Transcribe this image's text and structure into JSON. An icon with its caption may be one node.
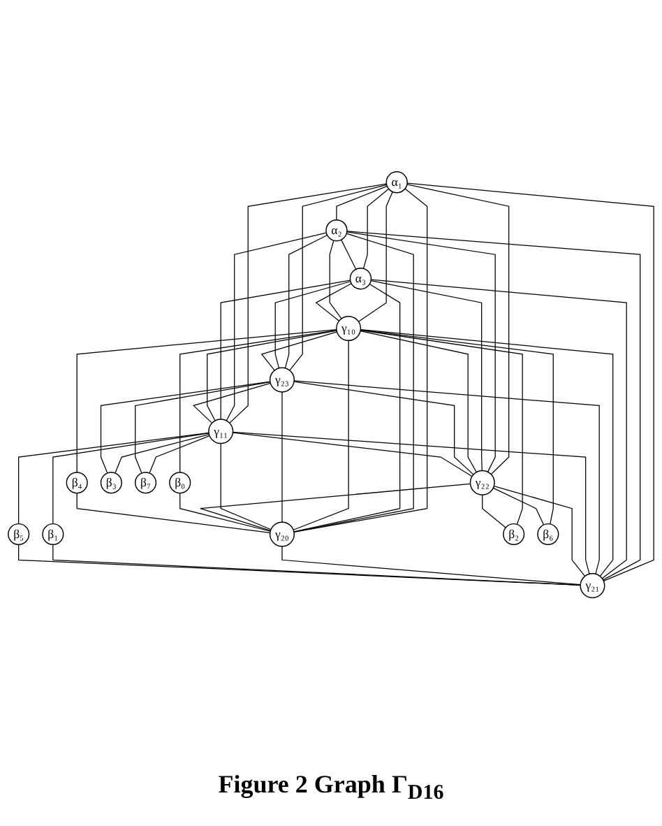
{
  "diagram": {
    "caption": "Figure 2 Graph Γ$_{D16}$",
    "nodes": [
      {
        "text": [
          "α₁"
        ]
      },
      {
        "text": [
          "α₂"
        ]
      },
      {
        "text": [
          "α₃"
        ]
      },
      {
        "text": [
          "γ₁₀"
        ]
      },
      {
        "text": [
          "γ₂₃"
        ]
      },
      {
        "text": [
          "γ₁₁"
        ]
      },
      {
        "text": [
          "γ₂₂"
        ]
      },
      {
        "text": [
          "β₀"
        ]
      },
      {
        "text": [
          "β₄"
        ]
      },
      {
        "text": [
          "γ₂₀"
        ]
      },
      {
        "text": [
          "γ₂₁"
        ]
      },
      {
        "text": [
          "β₁"
        ]
      },
      {
        "text": [
          "β₅"
        ]
      },
      {
        "text": [
          "β₃"
        ]
      },
      {
        "text": [
          "β₂"
        ]
      },
      {
        "text": [
          "β₇"
        ]
      },
      {
        "text": [
          "β₆"
        ]
      }
    ],
    "edges": [
      {
        "from": 0,
        "to": 1,
        "arrow": "none"
      },
      {
        "from": 0,
        "to": 2,
        "arrow": "none"
      },
      {
        "from": 0,
        "to": 3,
        "arrow": "none"
      },
      {
        "from": 0,
        "to": 4,
        "arrow": "none"
      },
      {
        "from": 0,
        "to": 5,
        "arrow": "none"
      },
      {
        "from": 0,
        "to": 6,
        "arrow": "none"
      },
      {
        "from": 0,
        "to": 9,
        "arrow": "none"
      },
      {
        "from": 0,
        "to": 10,
        "arrow": "none"
      },
      {
        "from": 1,
        "to": 2,
        "arrow": "none"
      },
      {
        "from": 1,
        "to": 3,
        "arrow": "none"
      },
      {
        "from": 1,
        "to": 4,
        "arrow": "none"
      },
      {
        "from": 1,
        "to": 5,
        "arrow": "none"
      },
      {
        "from": 1,
        "to": 6,
        "arrow": "none"
      },
      {
        "from": 1,
        "to": 9,
        "arrow": "none"
      },
      {
        "from": 1,
        "to": 10,
        "arrow": "none"
      },
      {
        "from": 2,
        "to": 3,
        "arrow": "none"
      },
      {
        "from": 2,
        "to": 4,
        "arrow": "none"
      },
      {
        "from": 2,
        "to": 5,
        "arrow": "none"
      },
      {
        "from": 2,
        "to": 6,
        "arrow": "none"
      },
      {
        "from": 2,
        "to": 9,
        "arrow": "none"
      },
      {
        "from": 2,
        "to": 10,
        "arrow": "none"
      },
      {
        "from": 3,
        "to": 4,
        "arrow": "none"
      },
      {
        "from": 3,
        "to": 5,
        "arrow": "none"
      },
      {
        "from": 3,
        "to": 6,
        "arrow": "none"
      },
      {
        "from": 3,
        "to": 9,
        "arrow": "none"
      },
      {
        "from": 3,
        "to": 10,
        "arrow": "none"
      },
      {
        "from": 4,
        "to": 5,
        "arrow": "none"
      },
      {
        "from": 4,
        "to": 6,
        "arrow": "none"
      },
      {
        "from": 4,
        "to": 9,
        "arrow": "none"
      },
      {
        "from": 4,
        "to": 10,
        "arrow": "none"
      },
      {
        "from": 5,
        "to": 6,
        "arrow": "none"
      },
      {
        "from": 5,
        "to": 9,
        "arrow": "none"
      },
      {
        "from": 5,
        "to": 10,
        "arrow": "none"
      },
      {
        "from": 6,
        "to": 9,
        "arrow": "none"
      },
      {
        "from": 6,
        "to": 10,
        "arrow": "none"
      },
      {
        "from": 9,
        "to": 10,
        "arrow": "none"
      },
      {
        "from": 3,
        "to": 7,
        "arrow": "none"
      },
      {
        "from": 7,
        "to": 9,
        "arrow": "none"
      },
      {
        "from": 3,
        "to": 8,
        "arrow": "none"
      },
      {
        "from": 8,
        "to": 9,
        "arrow": "none"
      },
      {
        "from": 5,
        "to": 11,
        "arrow": "none"
      },
      {
        "from": 11,
        "to": 10,
        "arrow": "none"
      },
      {
        "from": 5,
        "to": 12,
        "arrow": "none"
      },
      {
        "from": 12,
        "to": 10,
        "arrow": "none"
      },
      {
        "from": 5,
        "to": 13,
        "arrow": "none"
      },
      {
        "from": 4,
        "to": 13,
        "arrow": "none"
      },
      {
        "from": 5,
        "to": 15,
        "arrow": "none"
      },
      {
        "from": 4,
        "to": 15,
        "arrow": "none"
      },
      {
        "from": 3,
        "to": 14,
        "arrow": "none"
      },
      {
        "from": 6,
        "to": 14,
        "arrow": "none"
      },
      {
        "from": 3,
        "to": 16,
        "arrow": "none"
      },
      {
        "from": 6,
        "to": 16,
        "arrow": "none"
      }
    ]
  }
}
